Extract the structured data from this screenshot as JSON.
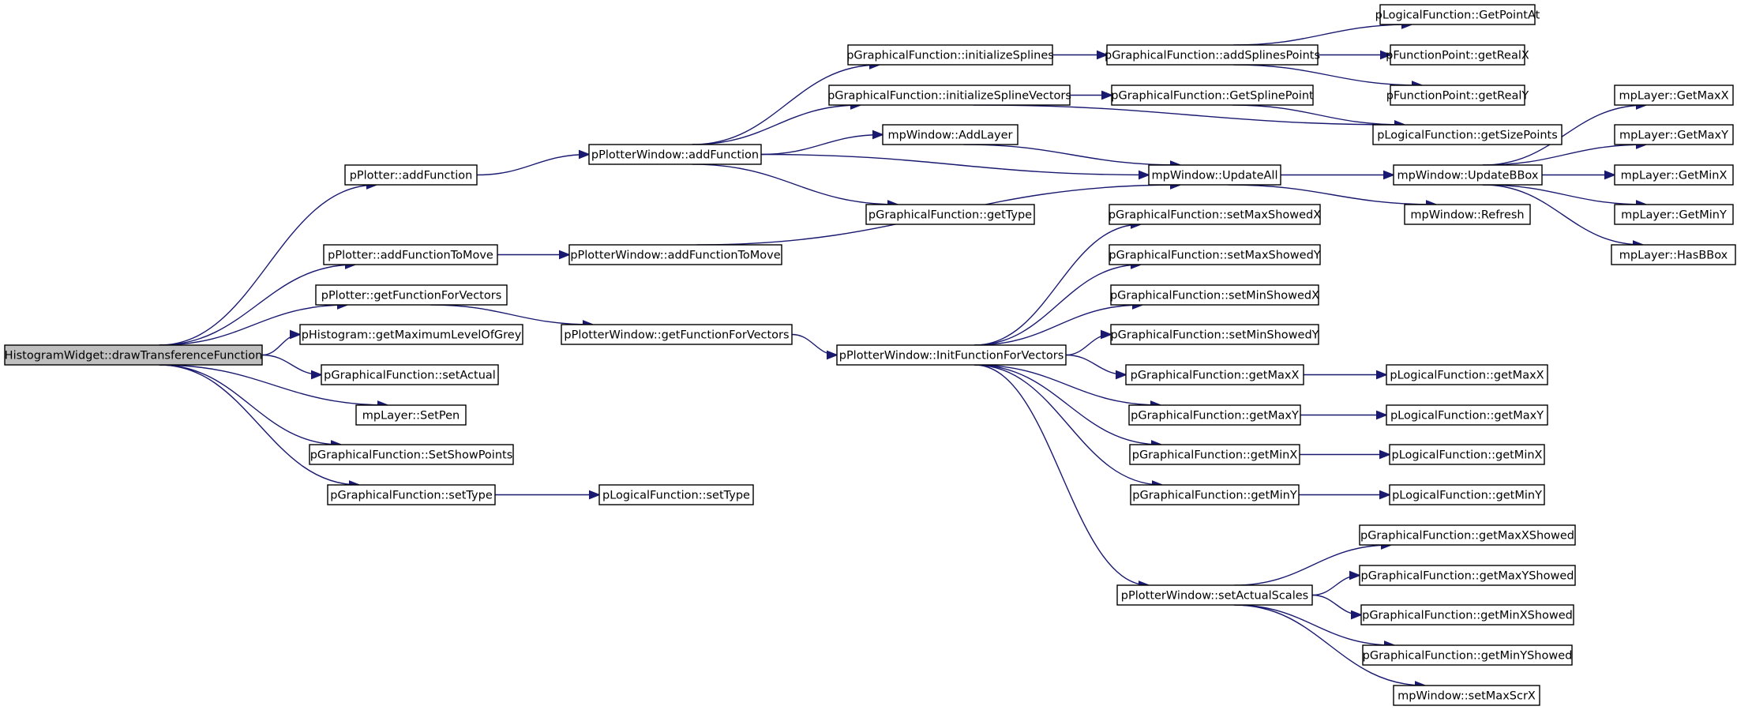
{
  "diagram": {
    "colors": {
      "edge": "#191970",
      "root_fill": "#bfbfbf",
      "node_fill": "#ffffff",
      "highlight_border": "#ff0000",
      "node_border": "#000000"
    },
    "nodes": [
      {
        "id": "root",
        "label": "HistogramWidget::drawTransferenceFunction",
        "style": "root"
      },
      {
        "id": "pp_addf",
        "label": "pPlotter::addFunction"
      },
      {
        "id": "pp_addftm",
        "label": "pPlotter::addFunctionToMove"
      },
      {
        "id": "pp_getffv",
        "label": "pPlotter::getFunctionForVectors"
      },
      {
        "id": "ph_gml",
        "label": "pHistogram::getMaximumLevelOfGrey"
      },
      {
        "id": "pgf_setactual",
        "label": "pGraphicalFunction::setActual"
      },
      {
        "id": "mpl_setpen",
        "label": "mpLayer::SetPen"
      },
      {
        "id": "pgf_showpts",
        "label": "pGraphicalFunction::SetShowPoints"
      },
      {
        "id": "pgf_settype",
        "label": "pGraphicalFunction::setType"
      },
      {
        "id": "plf_settype",
        "label": "pLogicalFunction::setType"
      },
      {
        "id": "ppw_addf",
        "label": "pPlotterWindow::addFunction"
      },
      {
        "id": "ppw_addftm",
        "label": "pPlotterWindow::addFunctionToMove"
      },
      {
        "id": "ppw_getffv",
        "label": "pPlotterWindow::getFunctionForVectors"
      },
      {
        "id": "pgf_initspl",
        "label": "pGraphicalFunction::initializeSplines"
      },
      {
        "id": "pgf_initsplv",
        "label": "pGraphicalFunction::initializeSplineVectors"
      },
      {
        "id": "mpw_addlayer",
        "label": "mpWindow::AddLayer"
      },
      {
        "id": "pgf_gettype",
        "label": "pGraphicalFunction::getType"
      },
      {
        "id": "ppw_ifv",
        "label": "pPlotterWindow::InitFunctionForVectors"
      },
      {
        "id": "pgf_addsp",
        "label": "pGraphicalFunction::addSplinesPoints"
      },
      {
        "id": "pgf_getsp",
        "label": "pGraphicalFunction::GetSplinePoint"
      },
      {
        "id": "mpw_updateall",
        "label": "mpWindow::UpdateAll"
      },
      {
        "id": "pgf_smsx",
        "label": "pGraphicalFunction::setMaxShowedX"
      },
      {
        "id": "pgf_smsy",
        "label": "pGraphicalFunction::setMaxShowedY"
      },
      {
        "id": "pgf_smnsx",
        "label": "pGraphicalFunction::setMinShowedX"
      },
      {
        "id": "pgf_smnsy",
        "label": "pGraphicalFunction::setMinShowedY"
      },
      {
        "id": "pgf_gmaxx",
        "label": "pGraphicalFunction::getMaxX"
      },
      {
        "id": "pgf_gmaxy",
        "label": "pGraphicalFunction::getMaxY"
      },
      {
        "id": "pgf_gminx",
        "label": "pGraphicalFunction::getMinX"
      },
      {
        "id": "pgf_gminy",
        "label": "pGraphicalFunction::getMinY"
      },
      {
        "id": "ppw_sas",
        "label": "pPlotterWindow::setActualScales",
        "style": "highlight"
      },
      {
        "id": "plf_gpa",
        "label": "pLogicalFunction::GetPointAt"
      },
      {
        "id": "pfp_grx",
        "label": "pFunctionPoint::getRealX"
      },
      {
        "id": "pfp_gry",
        "label": "pFunctionPoint::getRealY"
      },
      {
        "id": "plf_gsp",
        "label": "pLogicalFunction::getSizePoints"
      },
      {
        "id": "mpw_updbb",
        "label": "mpWindow::UpdateBBox"
      },
      {
        "id": "mpw_refresh",
        "label": "mpWindow::Refresh"
      },
      {
        "id": "plf_gmaxx",
        "label": "pLogicalFunction::getMaxX"
      },
      {
        "id": "plf_gmaxy",
        "label": "pLogicalFunction::getMaxY"
      },
      {
        "id": "plf_gminx",
        "label": "pLogicalFunction::getMinX"
      },
      {
        "id": "plf_gminy",
        "label": "pLogicalFunction::getMinY"
      },
      {
        "id": "pgf_gmxs",
        "label": "pGraphicalFunction::getMaxXShowed"
      },
      {
        "id": "pgf_gmys",
        "label": "pGraphicalFunction::getMaxYShowed"
      },
      {
        "id": "pgf_gmnxs",
        "label": "pGraphicalFunction::getMinXShowed"
      },
      {
        "id": "pgf_gmnys",
        "label": "pGraphicalFunction::getMinYShowed"
      },
      {
        "id": "mpw_smsx",
        "label": "mpWindow::setMaxScrX"
      },
      {
        "id": "mpl_gmaxx",
        "label": "mpLayer::GetMaxX"
      },
      {
        "id": "mpl_gmaxy",
        "label": "mpLayer::GetMaxY"
      },
      {
        "id": "mpl_gminx",
        "label": "mpLayer::GetMinX"
      },
      {
        "id": "mpl_gminy",
        "label": "mpLayer::GetMinY"
      },
      {
        "id": "mpl_hasbb",
        "label": "mpLayer::HasBBox"
      }
    ],
    "edges": [
      [
        "root",
        "pp_addf"
      ],
      [
        "root",
        "pp_addftm"
      ],
      [
        "root",
        "pp_getffv"
      ],
      [
        "root",
        "ph_gml"
      ],
      [
        "root",
        "pgf_setactual"
      ],
      [
        "root",
        "mpl_setpen"
      ],
      [
        "root",
        "pgf_showpts"
      ],
      [
        "root",
        "pgf_settype"
      ],
      [
        "pgf_settype",
        "plf_settype"
      ],
      [
        "pp_addf",
        "ppw_addf"
      ],
      [
        "pp_addftm",
        "ppw_addftm"
      ],
      [
        "pp_getffv",
        "ppw_getffv"
      ],
      [
        "ppw_addf",
        "pgf_initspl"
      ],
      [
        "ppw_addf",
        "pgf_initsplv"
      ],
      [
        "ppw_addf",
        "mpw_addlayer"
      ],
      [
        "ppw_addf",
        "mpw_updateall"
      ],
      [
        "ppw_addf",
        "pgf_gettype"
      ],
      [
        "ppw_addftm",
        "mpw_updateall"
      ],
      [
        "ppw_getffv",
        "ppw_ifv"
      ],
      [
        "pgf_initspl",
        "pgf_addsp"
      ],
      [
        "pgf_initsplv",
        "pgf_getsp"
      ],
      [
        "pgf_initsplv",
        "plf_gsp"
      ],
      [
        "mpw_addlayer",
        "mpw_updateall"
      ],
      [
        "pgf_addsp",
        "plf_gpa"
      ],
      [
        "pgf_addsp",
        "pfp_grx"
      ],
      [
        "pgf_addsp",
        "pfp_gry"
      ],
      [
        "pgf_getsp",
        "plf_gsp"
      ],
      [
        "mpw_updateall",
        "mpw_updbb"
      ],
      [
        "mpw_updateall",
        "mpw_refresh"
      ],
      [
        "mpw_updbb",
        "mpl_gmaxx"
      ],
      [
        "mpw_updbb",
        "mpl_gmaxy"
      ],
      [
        "mpw_updbb",
        "mpl_gminx"
      ],
      [
        "mpw_updbb",
        "mpl_gminy"
      ],
      [
        "mpw_updbb",
        "mpl_hasbb"
      ],
      [
        "ppw_ifv",
        "pgf_smsx"
      ],
      [
        "ppw_ifv",
        "pgf_smsy"
      ],
      [
        "ppw_ifv",
        "pgf_smnsx"
      ],
      [
        "ppw_ifv",
        "pgf_smnsy"
      ],
      [
        "ppw_ifv",
        "pgf_gmaxx"
      ],
      [
        "ppw_ifv",
        "pgf_gmaxy"
      ],
      [
        "ppw_ifv",
        "pgf_gminx"
      ],
      [
        "ppw_ifv",
        "pgf_gminy"
      ],
      [
        "ppw_ifv",
        "ppw_sas"
      ],
      [
        "pgf_gmaxx",
        "plf_gmaxx"
      ],
      [
        "pgf_gmaxy",
        "plf_gmaxy"
      ],
      [
        "pgf_gminx",
        "plf_gminx"
      ],
      [
        "pgf_gminy",
        "plf_gminy"
      ],
      [
        "ppw_sas",
        "pgf_gmxs"
      ],
      [
        "ppw_sas",
        "pgf_gmys"
      ],
      [
        "ppw_sas",
        "pgf_gmnxs"
      ],
      [
        "ppw_sas",
        "pgf_gmnys"
      ],
      [
        "ppw_sas",
        "mpw_smsx"
      ]
    ]
  }
}
